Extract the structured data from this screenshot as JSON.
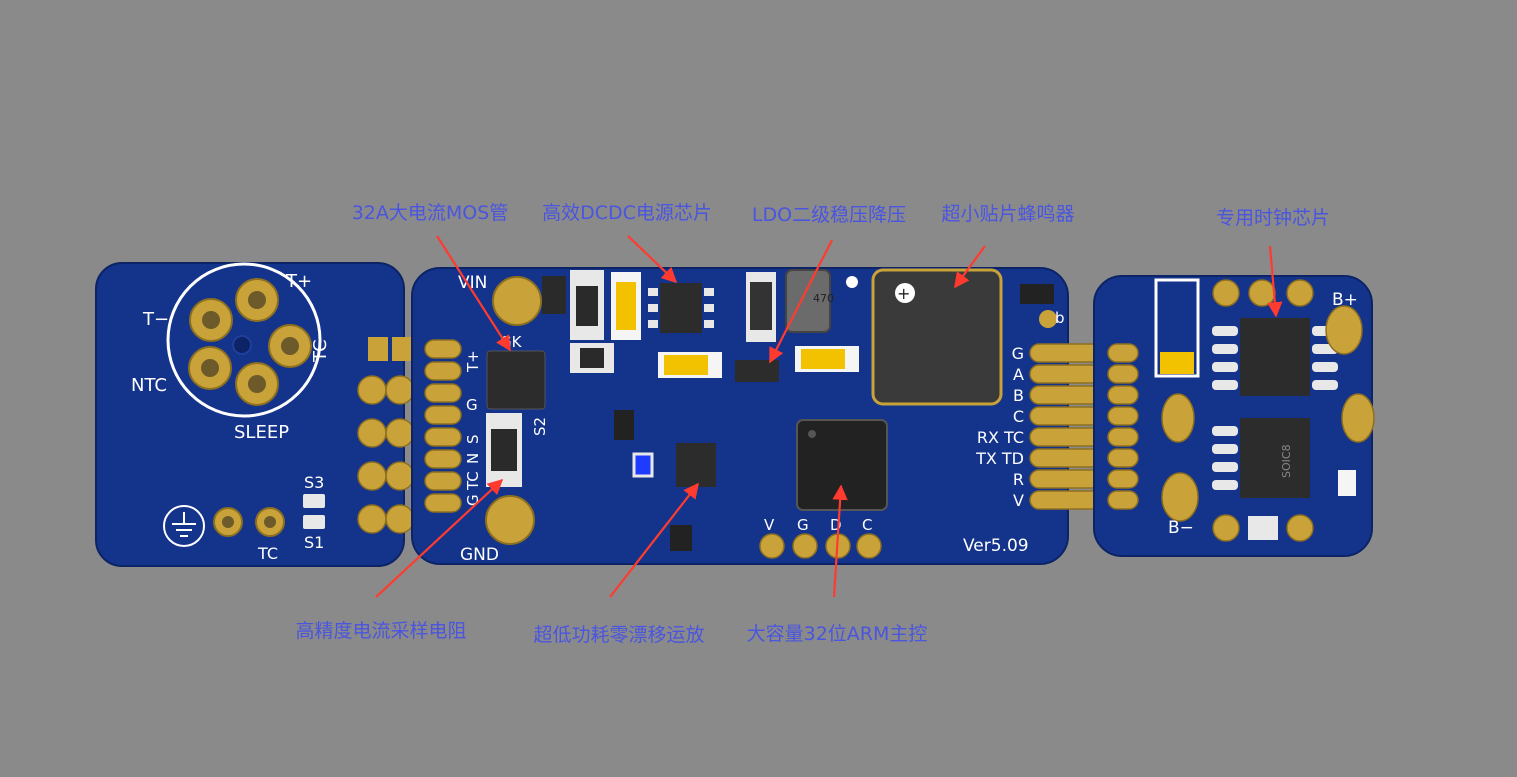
{
  "board": {
    "left": {
      "connector_labels": [
        "T+",
        "T−",
        "TC",
        "NTC",
        "SLEEP"
      ],
      "labels": [
        "S3",
        "S1",
        "TC"
      ]
    },
    "middle": {
      "labels": [
        "VIN",
        "GND",
        "GK",
        "T+",
        "G",
        "S",
        "S2",
        "N",
        "TC",
        "G"
      ],
      "right_pins": [
        "G",
        "A",
        "B",
        "C",
        "RX TC",
        "TX TD",
        "R",
        "V"
      ],
      "bottom_pins": [
        "V",
        "G",
        "D",
        "C"
      ],
      "corner_label": "b",
      "version": "Ver5.09"
    },
    "right": {
      "labels": [
        "B+",
        "B−"
      ],
      "chip_text": "SOIC8"
    },
    "marks": {
      "inductor": "470"
    }
  },
  "callouts": [
    {
      "id": "mos",
      "text": "32A大电流MOS管"
    },
    {
      "id": "dcdc",
      "text": "高效DCDC电源芯片"
    },
    {
      "id": "ldo",
      "text": "LDO二级稳压降压"
    },
    {
      "id": "buzzer",
      "text": "超小贴片蜂鸣器"
    },
    {
      "id": "clock",
      "text": "专用时钟芯片"
    },
    {
      "id": "resistor",
      "text": "高精度电流采样电阻"
    },
    {
      "id": "opamp",
      "text": "超低功耗零漂移运放"
    },
    {
      "id": "arm",
      "text": "大容量32位ARM主控"
    }
  ],
  "colors": {
    "background": "#8a8a8a",
    "pcb": "#14338a",
    "pad": "#c9a33a",
    "silk": "#ffffff",
    "callout_text": "#4a55e0",
    "arrow": "#ff3b30"
  }
}
